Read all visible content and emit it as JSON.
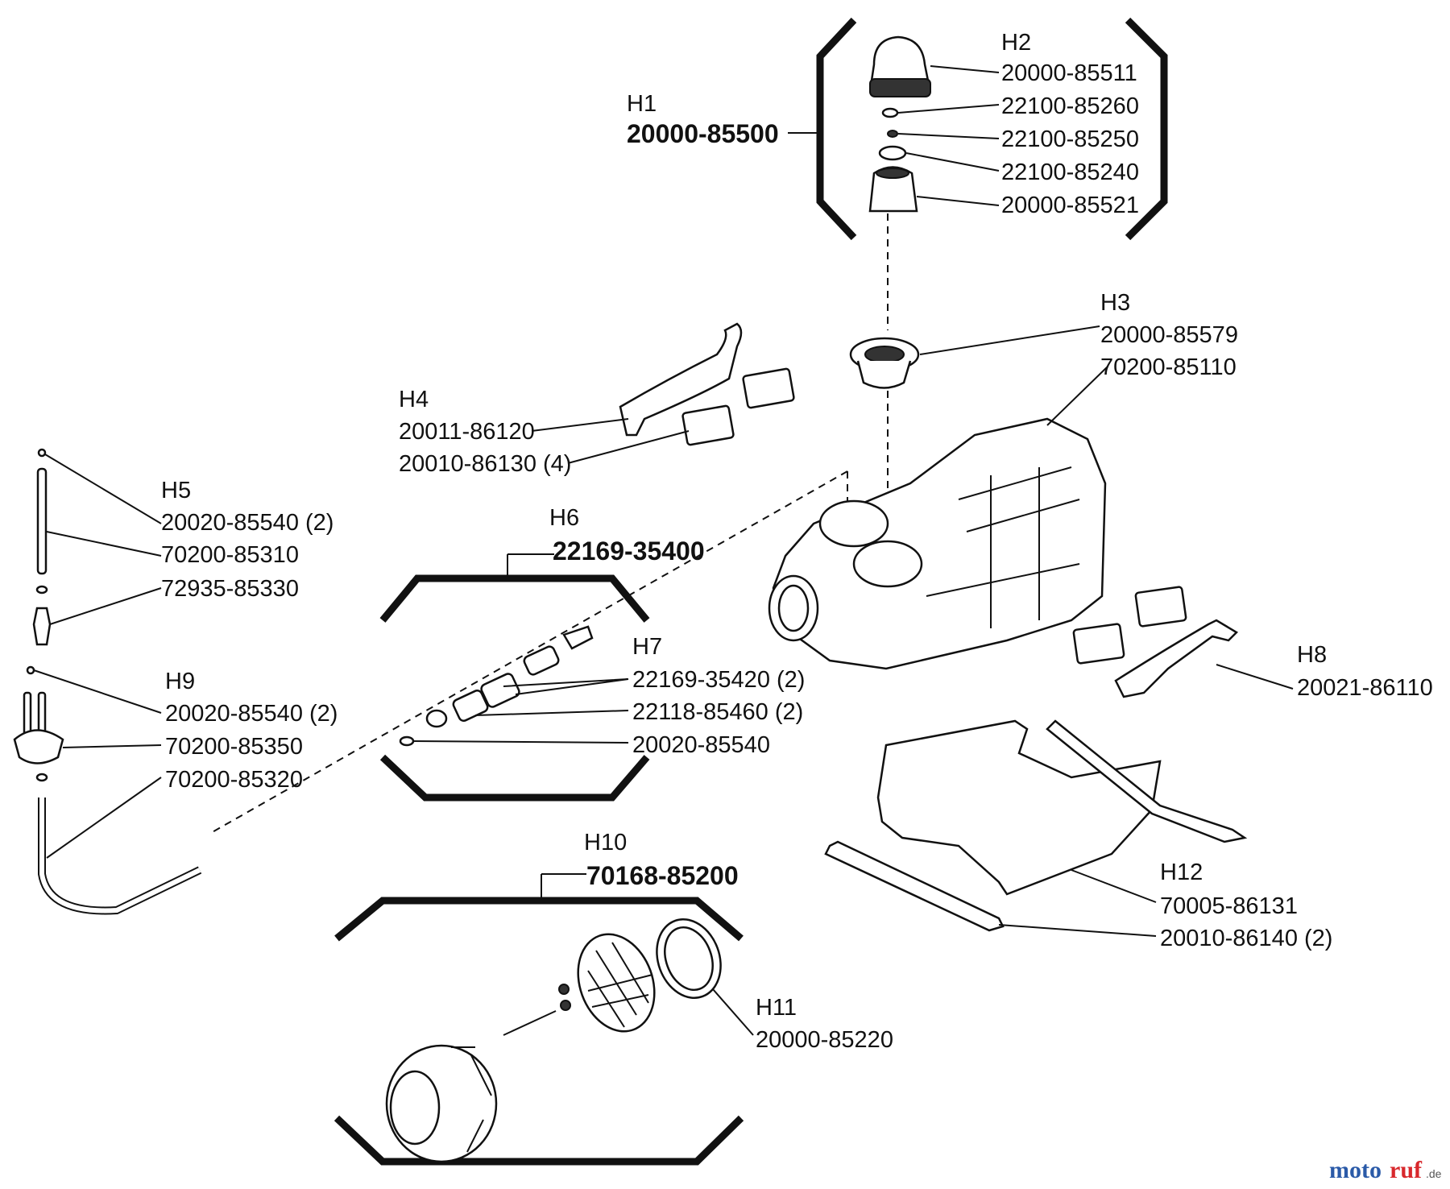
{
  "groups": {
    "h1": {
      "label": "H1",
      "assembly": "20000-85500"
    },
    "h2": {
      "label": "H2",
      "parts": [
        "20000-85511",
        "22100-85260",
        "22100-85250",
        "22100-85240",
        "20000-85521"
      ]
    },
    "h3": {
      "label": "H3",
      "parts": [
        "20000-85579",
        "70200-85110"
      ]
    },
    "h4": {
      "label": "H4",
      "parts": [
        "20011-86120",
        "20010-86130 (4)"
      ]
    },
    "h5": {
      "label": "H5",
      "parts": [
        "20020-85540 (2)",
        "70200-85310",
        "72935-85330"
      ]
    },
    "h6": {
      "label": "H6",
      "assembly": "22169-35400"
    },
    "h7": {
      "label": "H7",
      "parts": [
        "22169-35420 (2)",
        "22118-85460 (2)",
        "20020-85540"
      ]
    },
    "h8": {
      "label": "H8",
      "parts": [
        "20021-86110"
      ]
    },
    "h9": {
      "label": "H9",
      "parts": [
        "20020-85540 (2)",
        "70200-85350",
        "70200-85320"
      ]
    },
    "h10": {
      "label": "H10",
      "assembly": "70168-85200"
    },
    "h11": {
      "label": "H11",
      "parts": [
        "20000-85220"
      ]
    },
    "h12": {
      "label": "H12",
      "parts": [
        "70005-86131",
        "20010-86140 (2)"
      ]
    }
  },
  "watermark": {
    "part1": "moto",
    "part2": "ruf",
    "part3": ".de"
  }
}
